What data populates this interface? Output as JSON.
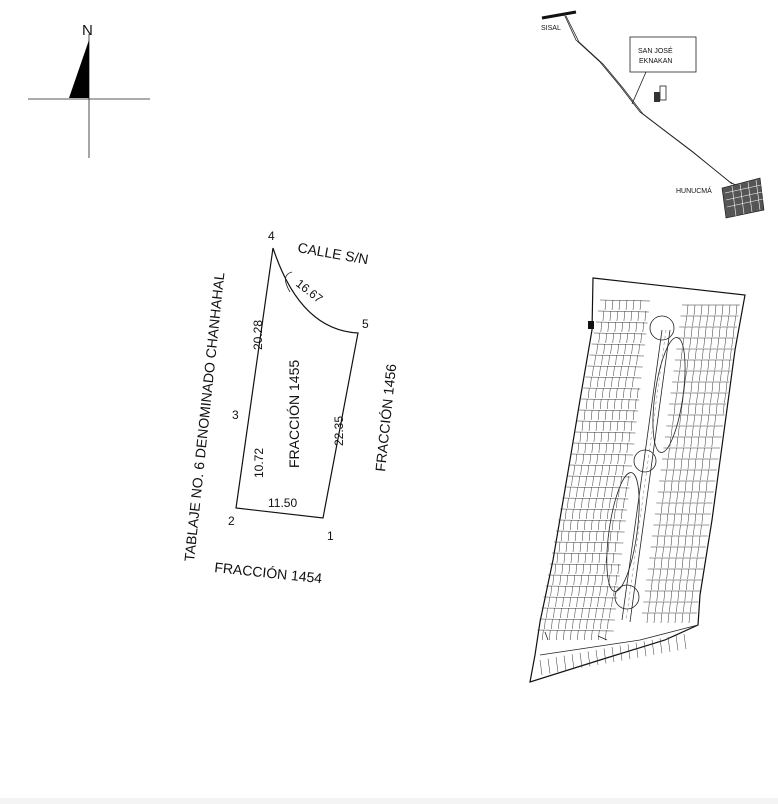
{
  "north_arrow": {
    "label": "N"
  },
  "parcel": {
    "vertices": {
      "v1": "1",
      "v2": "2",
      "v3": "3",
      "v4": "4",
      "v5": "5"
    },
    "dimensions": {
      "side_4_3": "20.28",
      "arc_4_5": "16.67",
      "side_5_1": "22.35",
      "side_3_2": "10.72",
      "side_2_1": "11.50"
    },
    "name": "FRACCIÓN 1455"
  },
  "neighbors": {
    "north": "CALLE S/N",
    "east": "FRACCIÓN 1456",
    "south": "FRACCIÓN 1454",
    "west": "TABLAJE NO. 6 DENOMINADO CHANHAHAL"
  },
  "location_map": {
    "sisal": "SISAL",
    "san_jose": [
      "SAN JOSÉ",
      "EKNAKAN"
    ],
    "hunucma": "HUNUCMÁ"
  },
  "colors": {
    "line": "#111111",
    "background": "#ffffff"
  }
}
